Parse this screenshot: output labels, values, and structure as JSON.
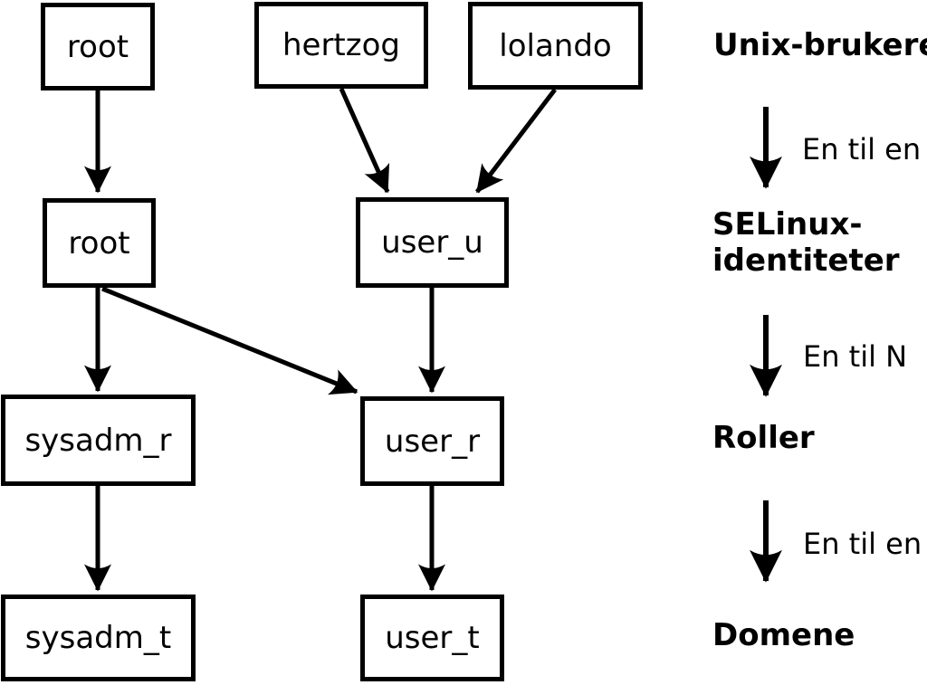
{
  "nodes": {
    "unix_root": {
      "label": "root"
    },
    "hertzog": {
      "label": "hertzog"
    },
    "lolando": {
      "label": "lolando"
    },
    "selinux_root": {
      "label": "root"
    },
    "user_u": {
      "label": "user_u"
    },
    "sysadm_r": {
      "label": "sysadm_r"
    },
    "user_r": {
      "label": "user_r"
    },
    "sysadm_t": {
      "label": "sysadm_t"
    },
    "user_t": {
      "label": "user_t"
    }
  },
  "legend": {
    "levels": [
      {
        "label": "Unix-brukere"
      },
      {
        "line1": "SELinux-",
        "line2": "identiteter"
      },
      {
        "label": "Roller"
      },
      {
        "label": "Domene"
      }
    ],
    "relations": [
      {
        "label": "En til en"
      },
      {
        "label": "En til N"
      },
      {
        "label": "En til en"
      }
    ]
  },
  "colors": {
    "stroke": "#000000",
    "background": "#ffffff",
    "text": "#000000"
  }
}
